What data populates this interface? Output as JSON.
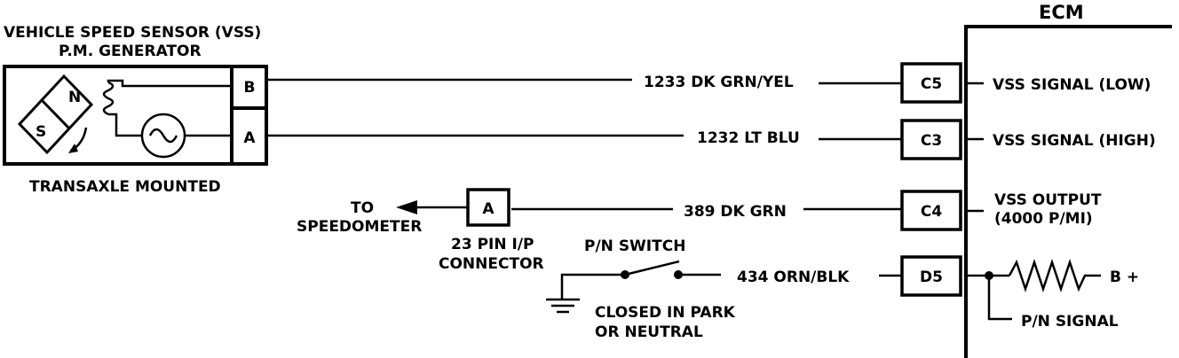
{
  "sensor": {
    "title_line1": "VEHICLE SPEED SENSOR (VSS)",
    "title_line2": "P.M. GENERATOR",
    "mount_label": "TRANSAXLE MOUNTED",
    "pin_b": "B",
    "pin_a": "A",
    "magnet_n": "N",
    "magnet_s": "S"
  },
  "ecm": {
    "title": "ECM"
  },
  "wires": [
    {
      "label": "1233 DK GRN/YEL",
      "ecm_pin": "C5",
      "ecm_signal": "VSS SIGNAL (LOW)"
    },
    {
      "label": "1232 LT BLU",
      "ecm_pin": "C3",
      "ecm_signal": "VSS SIGNAL (HIGH)"
    },
    {
      "label": "389 DK GRN",
      "ecm_pin": "C4",
      "ecm_signal": "VSS OUTPUT",
      "ecm_signal_line2": "(4000 P/MI)"
    },
    {
      "label": "434 ORN/BLK",
      "ecm_pin": "D5",
      "ecm_signal": "P/N SIGNAL"
    }
  ],
  "speedometer": {
    "line1": "TO",
    "line2": "SPEEDOMETER"
  },
  "connector": {
    "pin": "A",
    "line1": "23 PIN I/P",
    "line2": "CONNECTOR"
  },
  "pn_switch": {
    "label": "P/N SWITCH",
    "note_line1": "CLOSED IN PARK",
    "note_line2": "OR NEUTRAL"
  },
  "pullup": {
    "supply": "B +"
  }
}
